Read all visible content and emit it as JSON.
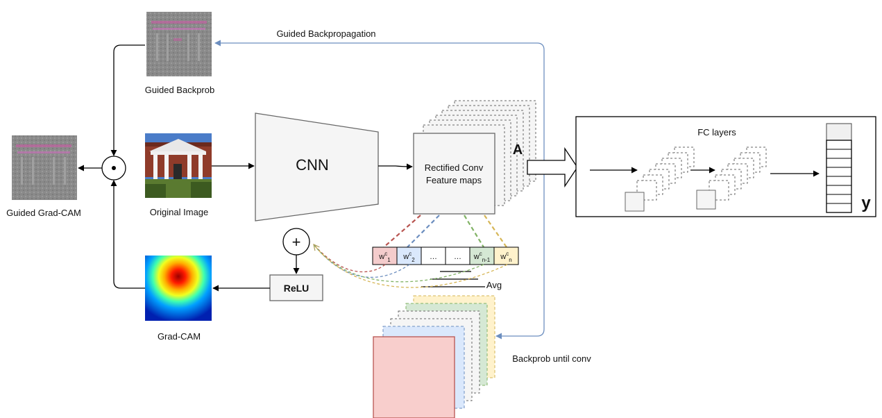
{
  "labels": {
    "guided_backpropagation": "Guided Backpropagation",
    "guided_backprob": "Guided Backprob",
    "original_image": "Original Image",
    "guided_gradcam": "Guided Grad-CAM",
    "gradcam": "Grad-CAM",
    "cnn": "CNN",
    "rectified_line1": "Rectified Conv",
    "rectified_line2": "Feature maps",
    "feature_A": "A",
    "fc_layers": "FC layers",
    "output_y": "y",
    "relu": "ReLU",
    "plus": "+",
    "avg": "Avg",
    "backprob_until_conv": "Backprob until conv"
  },
  "weights": [
    {
      "base": "w",
      "sup": "c",
      "sub": "1",
      "color": "#f4cccc"
    },
    {
      "base": "w",
      "sup": "c",
      "sub": "2",
      "color": "#dae8fc"
    },
    {
      "base": "…",
      "sup": "",
      "sub": "",
      "color": "#ffffff"
    },
    {
      "base": "…",
      "sup": "",
      "sub": "",
      "color": "#ffffff"
    },
    {
      "base": "w",
      "sup": "c",
      "sub": "n-1",
      "color": "#d5e8d4"
    },
    {
      "base": "w",
      "sup": "c",
      "sub": "n",
      "color": "#fff2cc"
    }
  ],
  "colors": {
    "backprop_arrow": "#6c8ebf",
    "red_dash": "#b85450",
    "blue_dash": "#6c8ebf",
    "green_dash": "#82b366",
    "orange_dash": "#d6b656",
    "gray_fill": "#f5f5f5",
    "border": "#666666"
  }
}
